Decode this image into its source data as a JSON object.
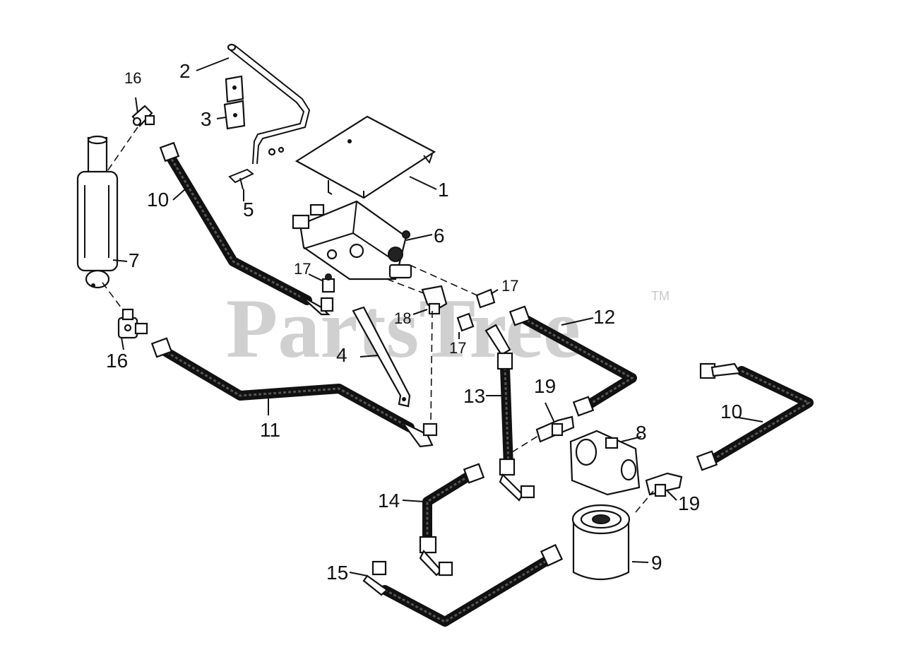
{
  "watermark": {
    "text": "PartsTree",
    "trademark": "TM"
  },
  "callouts": {
    "c1": "1",
    "c2": "2",
    "c3": "3",
    "c4": "4",
    "c5": "5",
    "c6": "6",
    "c7": "7",
    "c8": "8",
    "c9": "9",
    "c10a": "10",
    "c10b": "10",
    "c11": "11",
    "c12": "12",
    "c13": "13",
    "c14": "14",
    "c15": "15",
    "c16a": "16",
    "c16b": "16",
    "c17a": "17",
    "c17b": "17",
    "c17c": "17",
    "c18": "18",
    "c19a": "19",
    "c19b": "19"
  }
}
